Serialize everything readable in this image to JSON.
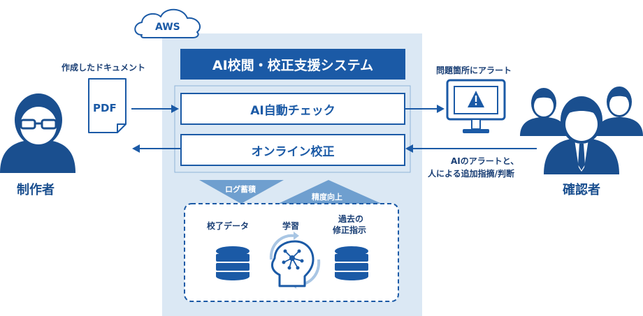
{
  "cloud": {
    "label": "AWS"
  },
  "system": {
    "title": "AI校閲・校正支援システム",
    "check_box": "AI自動チェック",
    "online_box": "オンライン校正"
  },
  "left": {
    "doc_caption": "作成したドキュメント",
    "doc_label": "PDF",
    "person_name": "制作者"
  },
  "right": {
    "alert_caption": "問題箇所にアラート",
    "feedback_line1": "AIのアラートと、",
    "feedback_line2": "人による追加指摘/判断",
    "person_name": "確認者"
  },
  "flow": {
    "log_label": "ログ蓄積",
    "accuracy_label": "精度向上"
  },
  "learning": {
    "db1_label": "校了データ",
    "ai_label": "学習",
    "db2_line1": "過去の",
    "db2_line2": "修正指示"
  },
  "colors": {
    "primary": "#1b5aa6",
    "panel": "#dbe8f4",
    "dark_person": "#1a4f8f",
    "arrow_light": "#6f9fcf"
  }
}
